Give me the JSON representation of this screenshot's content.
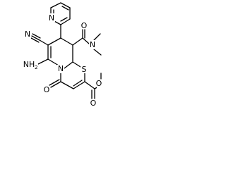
{
  "molecule": {
    "atoms": {
      "pyridine_n": "N",
      "nitrile_n": "N",
      "amide_n": "N",
      "ring_n": "N",
      "ring_s": "S",
      "amine_n": "NH",
      "amine_h_count": "2",
      "amide_o": "O",
      "ketone_o": "O",
      "ester_o_carbonyl": "O",
      "ester_o_ether": "O"
    }
  }
}
